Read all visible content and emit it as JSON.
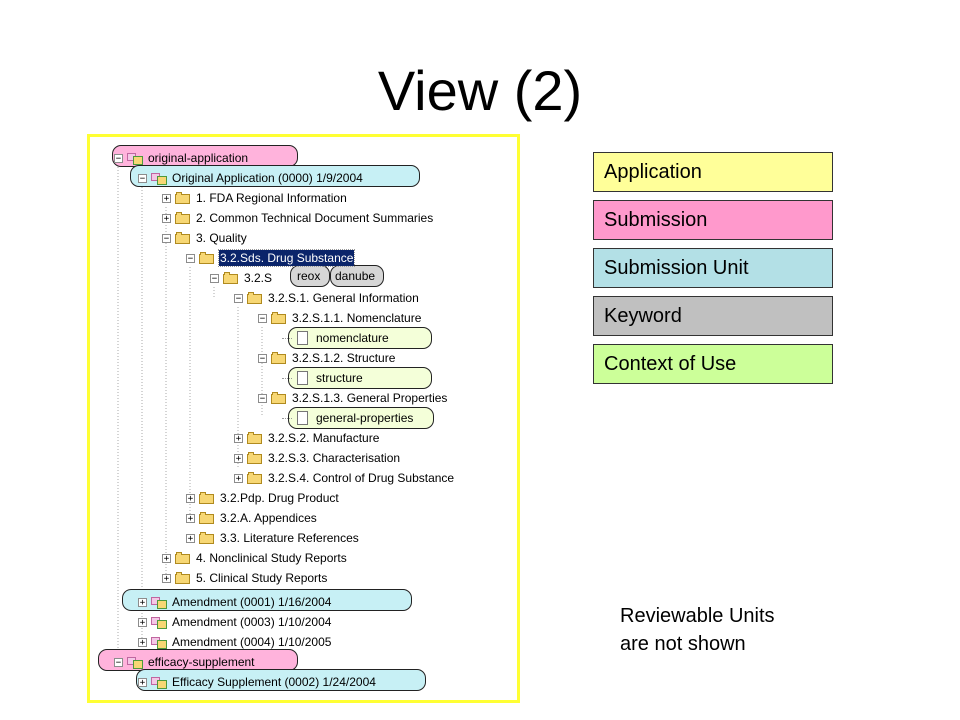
{
  "title": "View (2)",
  "legend": [
    {
      "label": "Application",
      "color": "#ffff99"
    },
    {
      "label": "Submission",
      "color": "#ff99cc"
    },
    {
      "label": "Submission Unit",
      "color": "#b3e0e6"
    },
    {
      "label": "Keyword",
      "color": "#c0c0c0"
    },
    {
      "label": "Context of Use",
      "color": "#ccff99"
    }
  ],
  "note": [
    "Reviewable Units",
    "are not shown"
  ],
  "tree": [
    {
      "label": "original-application",
      "toggle": "−",
      "icon": "dual"
    },
    {
      "label": "Original Application (0000) 1/9/2004",
      "toggle": "−",
      "icon": "dual"
    },
    {
      "label": "1. FDA Regional Information",
      "toggle": "+",
      "icon": "folder"
    },
    {
      "label": "2. Common Technical Document Summaries",
      "toggle": "+",
      "icon": "folder"
    },
    {
      "label": "3. Quality",
      "toggle": "−",
      "icon": "folder"
    },
    {
      "label": "3.2.Sds. Drug Substance",
      "toggle": "−",
      "icon": "folder"
    },
    {
      "label": "3.2.S",
      "toggle": "−",
      "icon": "folder"
    },
    {
      "label": "3.2.S.1. General Information",
      "toggle": "−",
      "icon": "folder"
    },
    {
      "label": "3.2.S.1.1. Nomenclature",
      "toggle": "−",
      "icon": "folder"
    },
    {
      "label": "nomenclature",
      "toggle": "",
      "icon": "doc"
    },
    {
      "label": "3.2.S.1.2. Structure",
      "toggle": "−",
      "icon": "folder"
    },
    {
      "label": "structure",
      "toggle": "",
      "icon": "doc"
    },
    {
      "label": "3.2.S.1.3. General Properties",
      "toggle": "−",
      "icon": "folder"
    },
    {
      "label": "general-properties",
      "toggle": "",
      "icon": "doc"
    },
    {
      "label": "3.2.S.2. Manufacture",
      "toggle": "+",
      "icon": "folder"
    },
    {
      "label": "3.2.S.3. Characterisation",
      "toggle": "+",
      "icon": "folder"
    },
    {
      "label": "3.2.S.4. Control of Drug Substance",
      "toggle": "+",
      "icon": "folder"
    },
    {
      "label": "3.2.Pdp. Drug Product",
      "toggle": "+",
      "icon": "folder"
    },
    {
      "label": "3.2.A. Appendices",
      "toggle": "+",
      "icon": "folder"
    },
    {
      "label": "3.3. Literature References",
      "toggle": "+",
      "icon": "folder"
    },
    {
      "label": "4. Nonclinical Study Reports",
      "toggle": "+",
      "icon": "folder"
    },
    {
      "label": "5. Clinical Study Reports",
      "toggle": "+",
      "icon": "folder"
    },
    {
      "label": "Amendment (0001) 1/16/2004",
      "toggle": "+",
      "icon": "dual"
    },
    {
      "label": "Amendment (0003) 1/10/2004",
      "toggle": "+",
      "icon": "dual"
    },
    {
      "label": "Amendment (0004) 1/10/2005",
      "toggle": "+",
      "icon": "dual"
    },
    {
      "label": "efficacy-supplement",
      "toggle": "−",
      "icon": "dual"
    },
    {
      "label": "Efficacy Supplement (0002) 1/24/2004",
      "toggle": "+",
      "icon": "dual"
    }
  ],
  "keywords": [
    "reox",
    "danube"
  ]
}
